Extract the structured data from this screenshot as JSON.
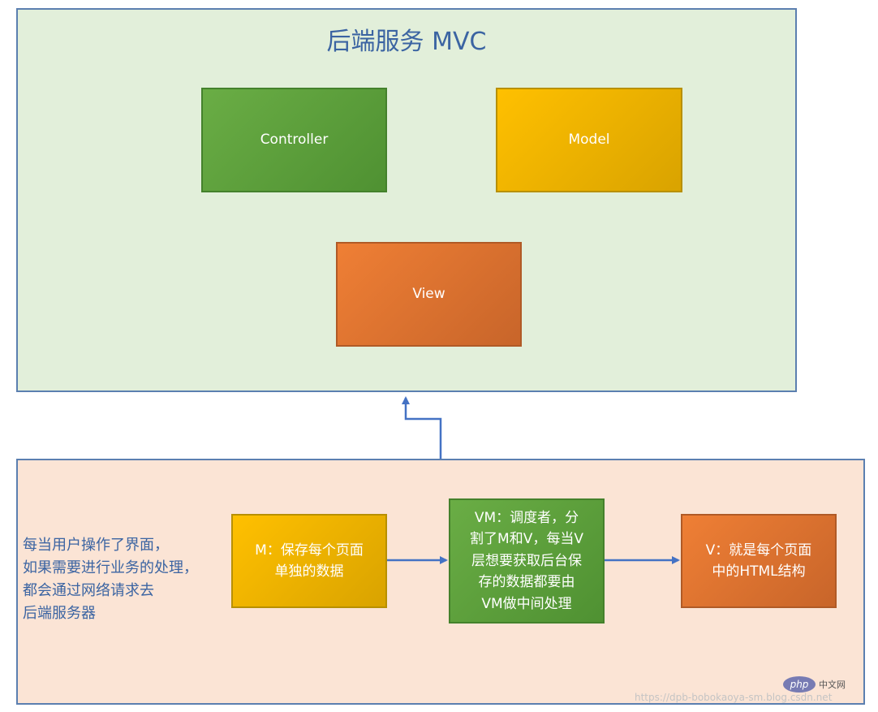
{
  "mvc": {
    "title": "后端服务 MVC",
    "controller": "Controller",
    "model": "Model",
    "view": "View"
  },
  "mvvm": {
    "note": "每当用户操作了界面，\n如果需要进行业务的处理，\n都会通过网络请求去\n后端服务器",
    "m_box": "M：保存每个页面\n单独的数据",
    "vm_box": "VM：调度者，分\n割了M和V，每当V\n层想要获取后台保\n存的数据都要由\nVM做中间处理",
    "v_box": "V：就是每个页面\n中的HTML结构"
  },
  "watermark": {
    "logo": "php",
    "site": "中文网",
    "url": "https://dpb-bobokaoya-sm.blog.csdn.net"
  },
  "colors": {
    "arrow": "#4472c4",
    "panel_border": "#5b7fb0"
  }
}
